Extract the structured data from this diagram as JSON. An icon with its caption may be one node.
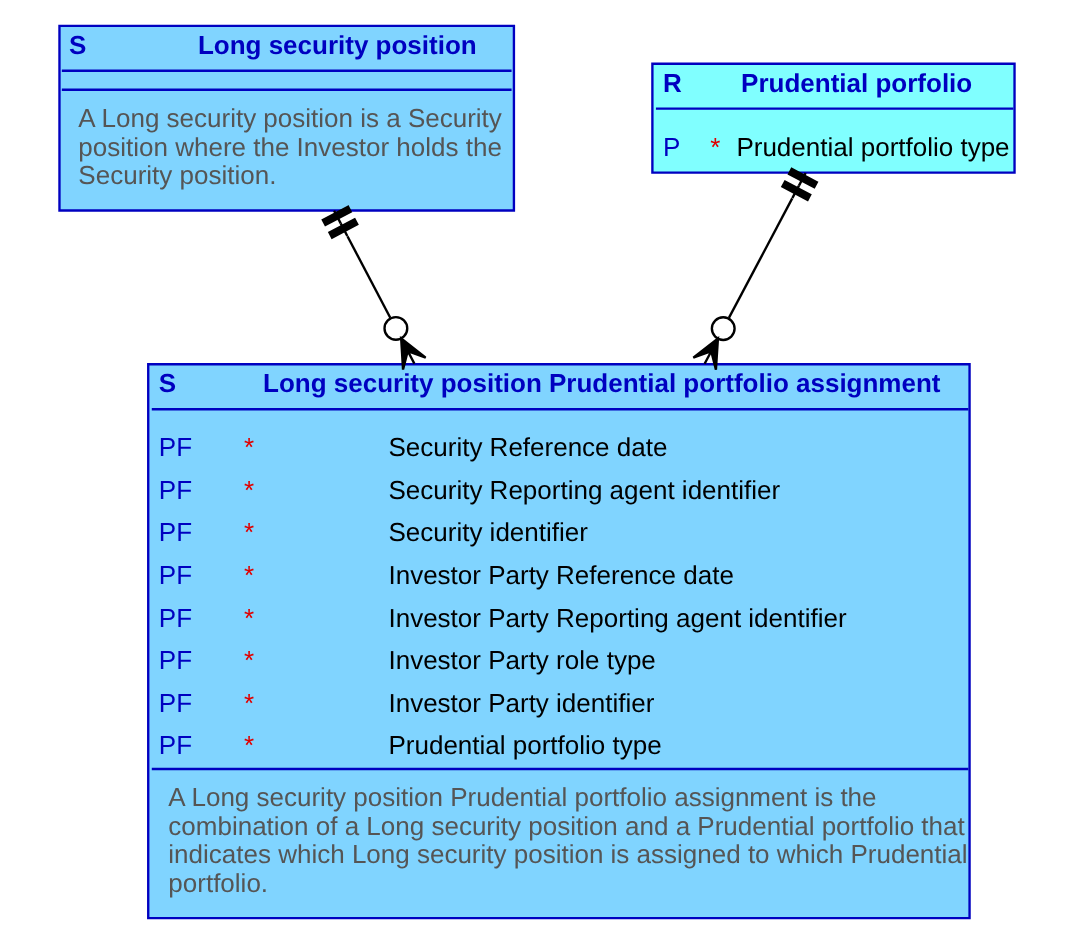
{
  "diagram": {
    "nodes": [
      {
        "text": [
          "S",
          "Long security position",
          "A Long security position is a Security position where the Investor holds the Security position."
        ]
      },
      {
        "text": [
          "R",
          "Prudential porfolio",
          "P",
          "*",
          "Prudential portfolio type"
        ]
      },
      {
        "text": [
          "S",
          "Long security position Prudential portfolio assignment",
          "PF",
          "*",
          "Security Reference date",
          "PF",
          "*",
          "Security Reporting agent identifier",
          "PF",
          "*",
          "Security identifier",
          "PF",
          "*",
          "Investor Party Reference date",
          "PF",
          "*",
          "Investor Party Reporting agent identifier",
          "PF",
          "*",
          "Investor Party role type",
          "PF",
          "*",
          "Investor Party identifier",
          "PF",
          "*",
          "Prudential portfolio type",
          "A Long security position Prudential portfolio assignment is the combination of a Long security position and a Prudential portfolio that indicates which Long security position is assigned to which Prudential portfolio."
        ]
      }
    ],
    "edges": [
      {
        "from": 0,
        "to": 2,
        "arrow": "other"
      },
      {
        "from": 1,
        "to": 2,
        "arrow": "other"
      }
    ]
  }
}
